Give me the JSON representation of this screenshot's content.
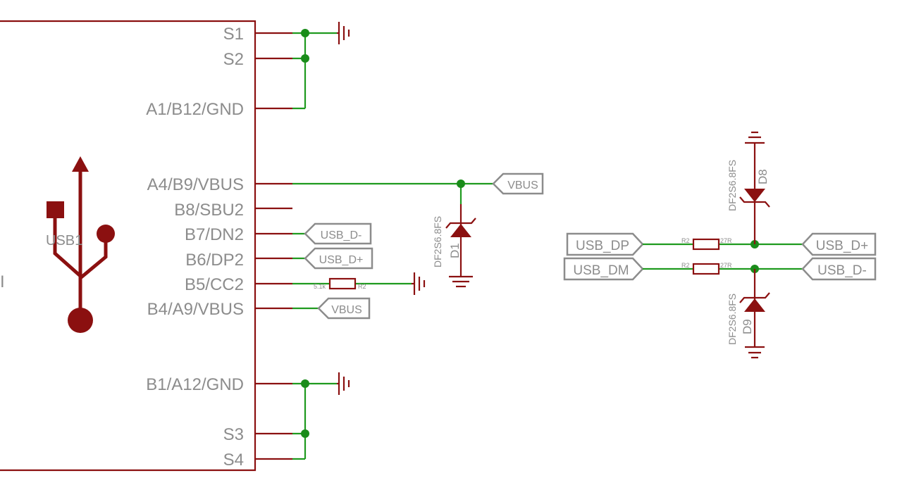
{
  "connector": {
    "designator": "USB1",
    "pins": {
      "s1": "S1",
      "s2": "S2",
      "a1b12gnd": "A1/B12/GND",
      "a4b9vbus": "A4/B9/VBUS",
      "b8sbu2": "B8/SBU2",
      "b7dn2": "B7/DN2",
      "b6dp2": "B6/DP2",
      "b5cc2": "B5/CC2",
      "b4a9vbus": "B4/A9/VBUS",
      "b1a12gnd": "B1/A12/GND",
      "s3": "S3",
      "s4": "S4"
    }
  },
  "net_labels": {
    "vbus_main": "VBUS",
    "usb_dm_conn": "USB_D-",
    "usb_dp_conn": "USB_D+",
    "vbus_b4": "VBUS",
    "usb_dp_in": "USB_DP",
    "usb_dm_in": "USB_DM",
    "usb_dp_out": "USB_D+",
    "usb_dm_out": "USB_D-"
  },
  "cc_resistor": {
    "value": "5.1k",
    "name": "R2"
  },
  "diodes": {
    "d1": {
      "name": "D1",
      "part": "DF2S6.8FS"
    },
    "d8": {
      "name": "D8",
      "part": "DF2S6.8FS"
    },
    "d9": {
      "name": "D9",
      "part": "DF2S6.8FS"
    }
  },
  "series_resistors": {
    "dp": {
      "name": "R2",
      "value": "27R"
    },
    "dm": {
      "name": "R2",
      "value": "27R"
    }
  },
  "colors": {
    "part_outline": "#8b1010",
    "net_wire": "#1f9a1f",
    "junction": "#1a8c1a",
    "label_text": "#8c8c8c"
  }
}
